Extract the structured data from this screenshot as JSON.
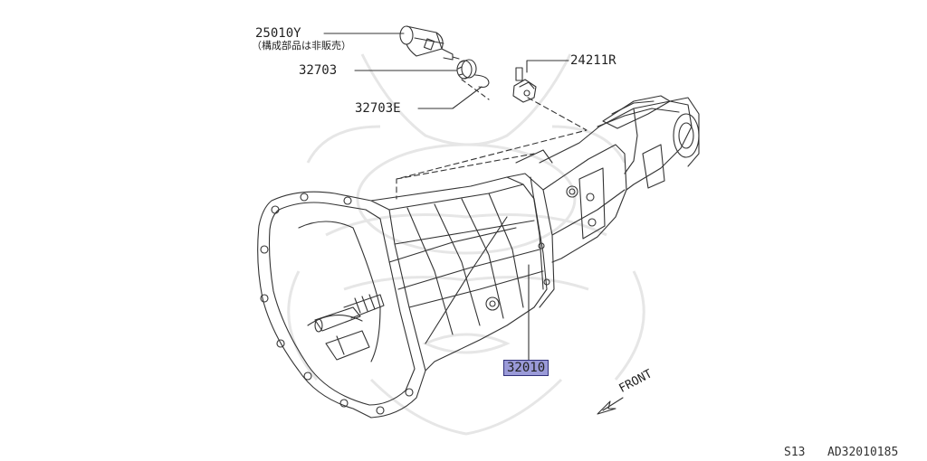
{
  "parts": {
    "speedometer_pinion_assy": "25010Y",
    "speedometer_pinion_note": "（構成部品は非販売）",
    "pinion_gear": "32703",
    "clip": "32703E",
    "back_up_switch": "24211R",
    "transmission_assy": "32010"
  },
  "direction_label": "FRONT",
  "footer": {
    "model": "S13",
    "diagram_code": "AD32010185"
  },
  "colors": {
    "highlight_fill": "#9a9ad8",
    "line": "#333333",
    "watermark": "#e6e6e6"
  }
}
